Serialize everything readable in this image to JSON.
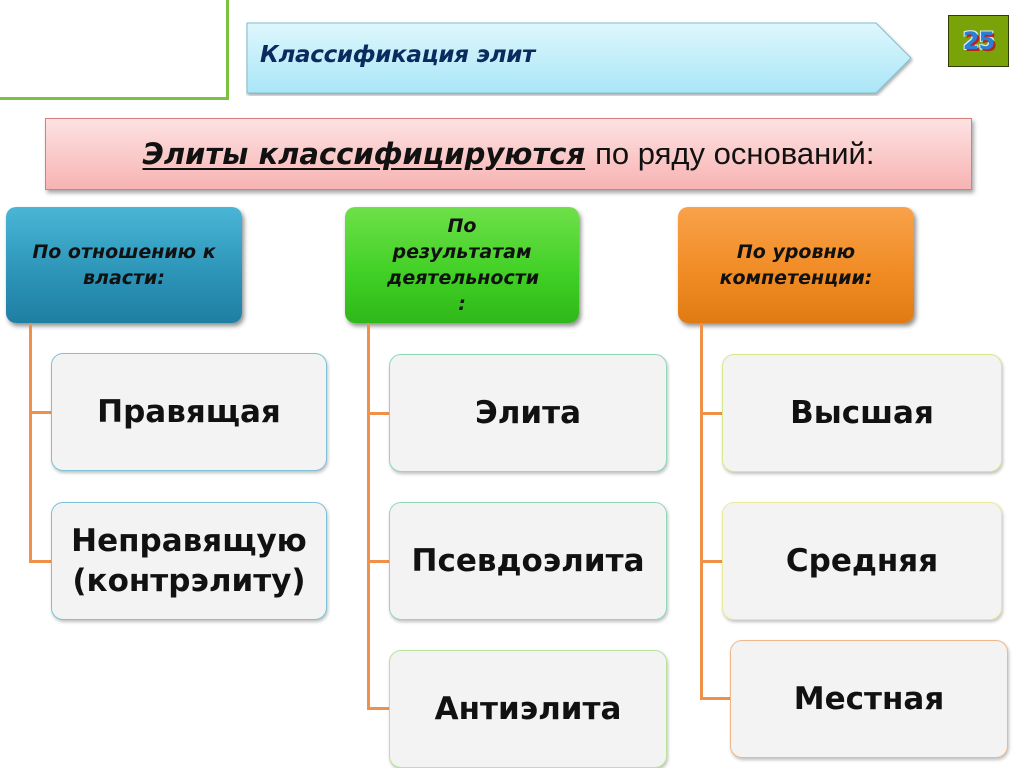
{
  "slide": {
    "title": "Классификация элит",
    "number": "25",
    "subtitle": {
      "emphasis": "Элиты классифицируются",
      "rest": "по ряду оснований:"
    }
  },
  "colors": {
    "title_arrow_fill": "#bfeefa",
    "title_text": "#0b2a5e",
    "subtitle_fill": "#f8b3b3",
    "connector": "#f0914a",
    "category_power": "#2b93b6",
    "category_results": "#3fcf24",
    "category_competence": "#f08a22",
    "slide_number_bg": "#7aa30a"
  },
  "categories": [
    {
      "label": "По отношению к власти:",
      "items": [
        "Правящая",
        "Неправящую (контрэлиту)"
      ]
    },
    {
      "label": "По результатам деятельности :",
      "items": [
        "Элита",
        "Псевдоэлита",
        "Антиэлита"
      ]
    },
    {
      "label": "По уровню компетенции:",
      "items": [
        "Высшая",
        "Средняя",
        "Местная"
      ]
    }
  ]
}
